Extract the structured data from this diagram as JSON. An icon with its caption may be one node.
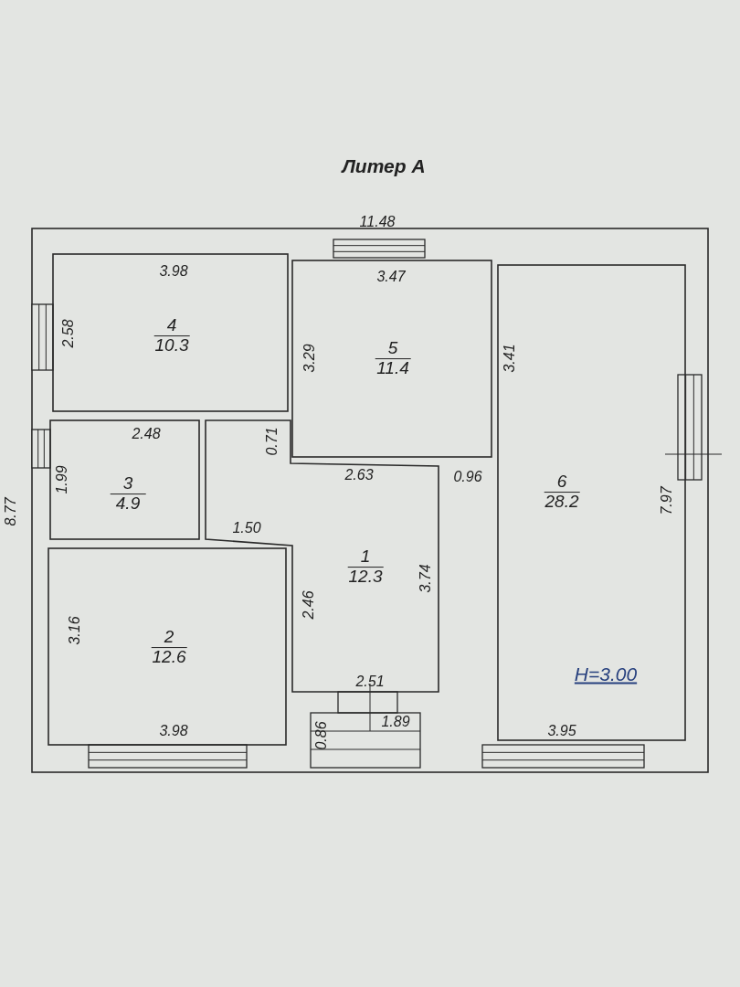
{
  "diagram": {
    "title": "Литер А",
    "nodes": [
      {
        "text": [
          "4",
          "10.3"
        ]
      },
      {
        "text": [
          "5",
          "11.4"
        ]
      },
      {
        "text": [
          "6",
          "28.2"
        ]
      },
      {
        "text": [
          "3",
          "4.9"
        ]
      },
      {
        "text": [
          "1",
          "12.3"
        ]
      },
      {
        "text": [
          "2",
          "12.6"
        ]
      }
    ],
    "labels": [
      "11.48",
      "3.98",
      "3.47",
      "2.58",
      "3.29",
      "3.41",
      "8.77",
      "2.48",
      "0.71",
      "2.63",
      "0.96",
      "1.99",
      "7.97",
      "1.50",
      "3.74",
      "2.46",
      "3.16",
      "H=3.00",
      "2.51",
      "1.89",
      "3.98",
      "0.86",
      "3.95"
    ]
  }
}
